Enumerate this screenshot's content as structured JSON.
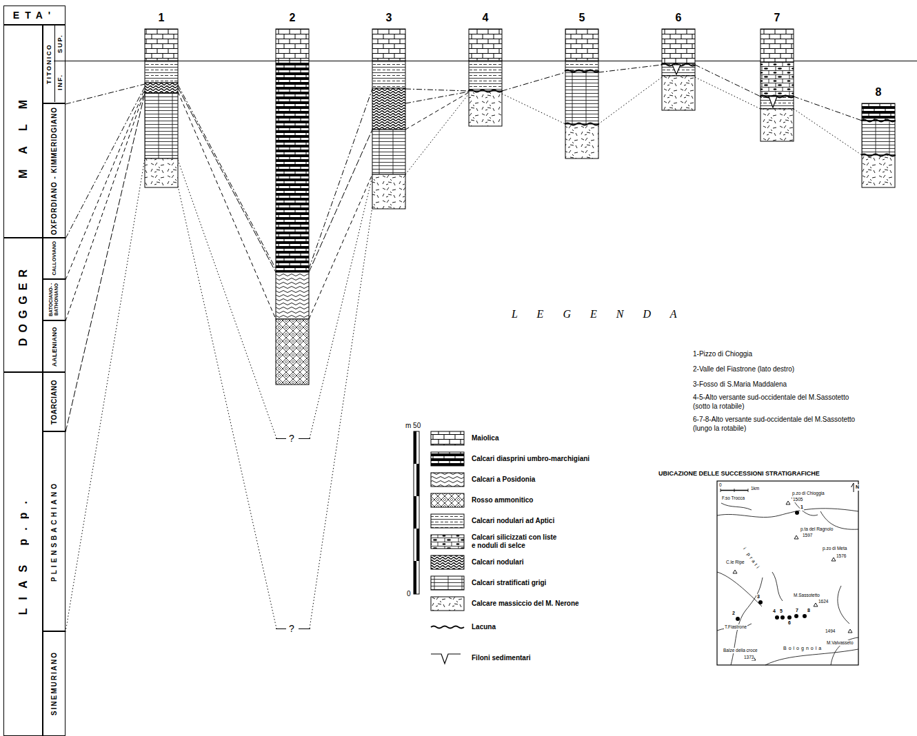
{
  "diagram": {
    "nodes": [
      {
        "text": [
          "ETA'"
        ]
      },
      {
        "text": [
          "MALM"
        ]
      },
      {
        "text": [
          "TITONICO",
          "INF.",
          "SUP."
        ]
      },
      {
        "text": [
          "OXFORDIANO - KIMMERIDGIANO"
        ]
      },
      {
        "text": [
          "DOGGER"
        ]
      },
      {
        "text": [
          "CALLOVIANO"
        ]
      },
      {
        "text": [
          "BATOCIANO- -BATHONIANO"
        ]
      },
      {
        "text": [
          "AALENIANO"
        ]
      },
      {
        "text": [
          "LIAS p.p."
        ]
      },
      {
        "text": [
          "TOARCIANO"
        ]
      },
      {
        "text": [
          "PLIENSBACHIANO"
        ]
      },
      {
        "text": [
          "SINEMURIANO"
        ]
      },
      {
        "text": [
          "1"
        ]
      },
      {
        "text": [
          "2"
        ]
      },
      {
        "text": [
          "3"
        ]
      },
      {
        "text": [
          "4"
        ]
      },
      {
        "text": [
          "5"
        ]
      },
      {
        "text": [
          "6"
        ]
      },
      {
        "text": [
          "7"
        ]
      },
      {
        "text": [
          "8"
        ]
      }
    ],
    "edges": [
      {
        "from": 3,
        "to": 12,
        "arrow": "none"
      },
      {
        "from": 5,
        "to": 12,
        "arrow": "none"
      },
      {
        "from": 6,
        "to": 12,
        "arrow": "none"
      },
      {
        "from": 7,
        "to": 12,
        "arrow": "none"
      },
      {
        "from": 10,
        "to": 12,
        "arrow": "none"
      },
      {
        "from": 11,
        "to": 12,
        "arrow": "none"
      },
      {
        "from": 12,
        "to": 13,
        "arrow": "none"
      },
      {
        "from": 12,
        "to": 13,
        "arrow": "none"
      },
      {
        "from": 12,
        "to": 13,
        "arrow": "none"
      },
      {
        "from": 13,
        "to": 14,
        "arrow": "none"
      },
      {
        "from": 13,
        "to": 14,
        "arrow": "none"
      },
      {
        "from": 13,
        "to": 14,
        "arrow": "none"
      },
      {
        "from": 14,
        "to": 15,
        "arrow": "none"
      },
      {
        "from": 14,
        "to": 15,
        "arrow": "none"
      },
      {
        "from": 14,
        "to": 15,
        "arrow": "none"
      },
      {
        "from": 14,
        "to": 15,
        "arrow": "none"
      },
      {
        "from": 15,
        "to": 16,
        "arrow": "none"
      },
      {
        "from": 15,
        "to": 16,
        "arrow": "none"
      },
      {
        "from": 16,
        "to": 17,
        "arrow": "none"
      },
      {
        "from": 16,
        "to": 17,
        "arrow": "none"
      },
      {
        "from": 17,
        "to": 18,
        "arrow": "none"
      },
      {
        "from": 17,
        "to": 18,
        "arrow": "none"
      },
      {
        "from": 18,
        "to": 19,
        "arrow": "none"
      },
      {
        "from": 18,
        "to": 19,
        "arrow": "none"
      }
    ],
    "labels": [
      "L E G E N D A",
      "1-Pizzo di Chioggia",
      "2-Valle del Fiastrone (lato destro)",
      "3-Fosso di S.Maria Maddalena",
      "4-5-Alto versante sud-occidentale del M.Sassotetto (sotto la rotabile)",
      "6-7-8-Alto versante sud-occidentale del M.Sassotetto (lungo la rotabile)",
      "UBICAZIONE DELLE SUCCESSIONI STRATIGRAFICHE",
      "0",
      "1km",
      "N",
      "F.so Trocca",
      "p.zo di Chioggia",
      "1505",
      "p.ta del Ragnolo",
      "1597",
      "p.zo di Meta",
      "1576",
      "i prati",
      "C.le Ripe",
      "M.Sassotetto",
      "1624",
      "1494",
      "M.Valvasseto",
      "T.Fiastrone",
      "Balze della croce",
      "1373",
      "Bolognola",
      "1",
      "2",
      "3",
      "4",
      "5",
      "6",
      "7",
      "8",
      "?",
      "?",
      "m 50",
      "0"
    ],
    "legend": [
      {
        "text": "Maiolica"
      },
      {
        "text": "Calcari diasprini umbro-marchigiani"
      },
      {
        "text": "Calcari a Posidonia"
      },
      {
        "text": "Rosso ammonitico"
      },
      {
        "text": "Calcari nodulari ad Aptici"
      },
      {
        "text": "Calcari silicizzati con liste e noduli di selce"
      },
      {
        "text": "Calcari nodulari"
      },
      {
        "text": "Calcari stratificati grigi"
      },
      {
        "text": "Calcare massiccio del M. Nerone"
      },
      {
        "text": "Lacuna"
      },
      {
        "text": "Filoni sedimentari"
      }
    ]
  }
}
